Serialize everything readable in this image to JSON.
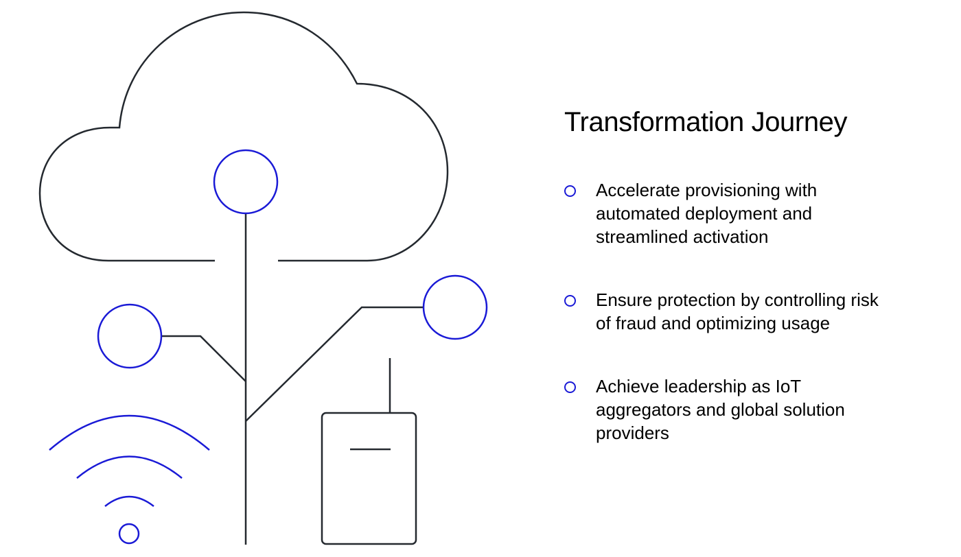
{
  "colors": {
    "accent": "#1a1ad6",
    "line": "#24292f",
    "text": "#000000"
  },
  "title": "Transformation Journey",
  "points": [
    {
      "text": "Accelerate provisioning with automated deployment and streamlined activation"
    },
    {
      "text": "Ensure protection by controlling risk of fraud and optimizing usage"
    },
    {
      "text": "Achieve leadership as IoT aggregators and global solution providers"
    }
  ],
  "icons": [
    "cloud-icon",
    "network-node-icon",
    "wifi-icon",
    "router-device-icon",
    "bullet-circle-icon"
  ]
}
